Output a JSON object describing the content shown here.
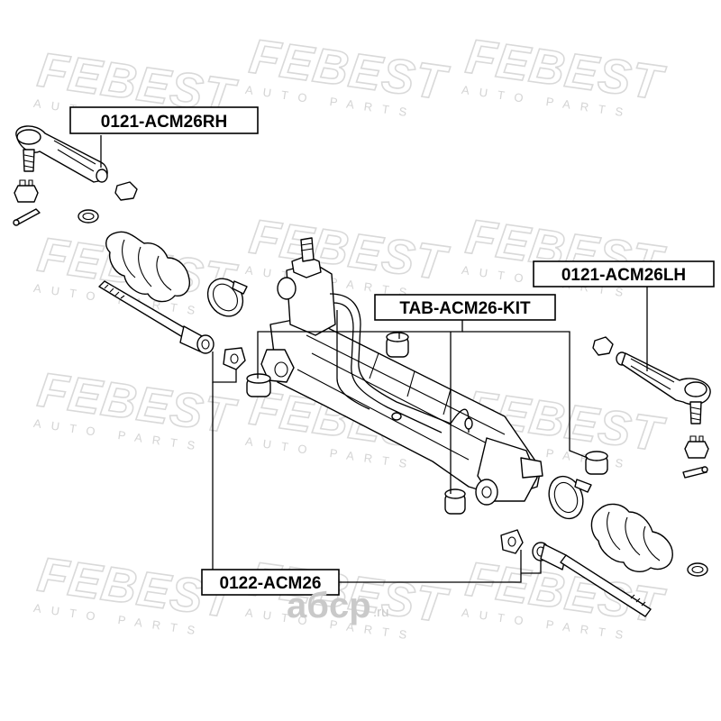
{
  "watermark": {
    "brand": "FEBEST",
    "tagline": "AUTO PARTS"
  },
  "labels": {
    "tie_rod_end_rh": "0121-ACM26RH",
    "tie_rod_end_lh": "0121-ACM26LH",
    "bushing_kit": "TAB-ACM26-KIT",
    "rack_end": "0122-ACM26"
  },
  "site_logo": {
    "name": "aбcp",
    "domain": ".ru"
  }
}
